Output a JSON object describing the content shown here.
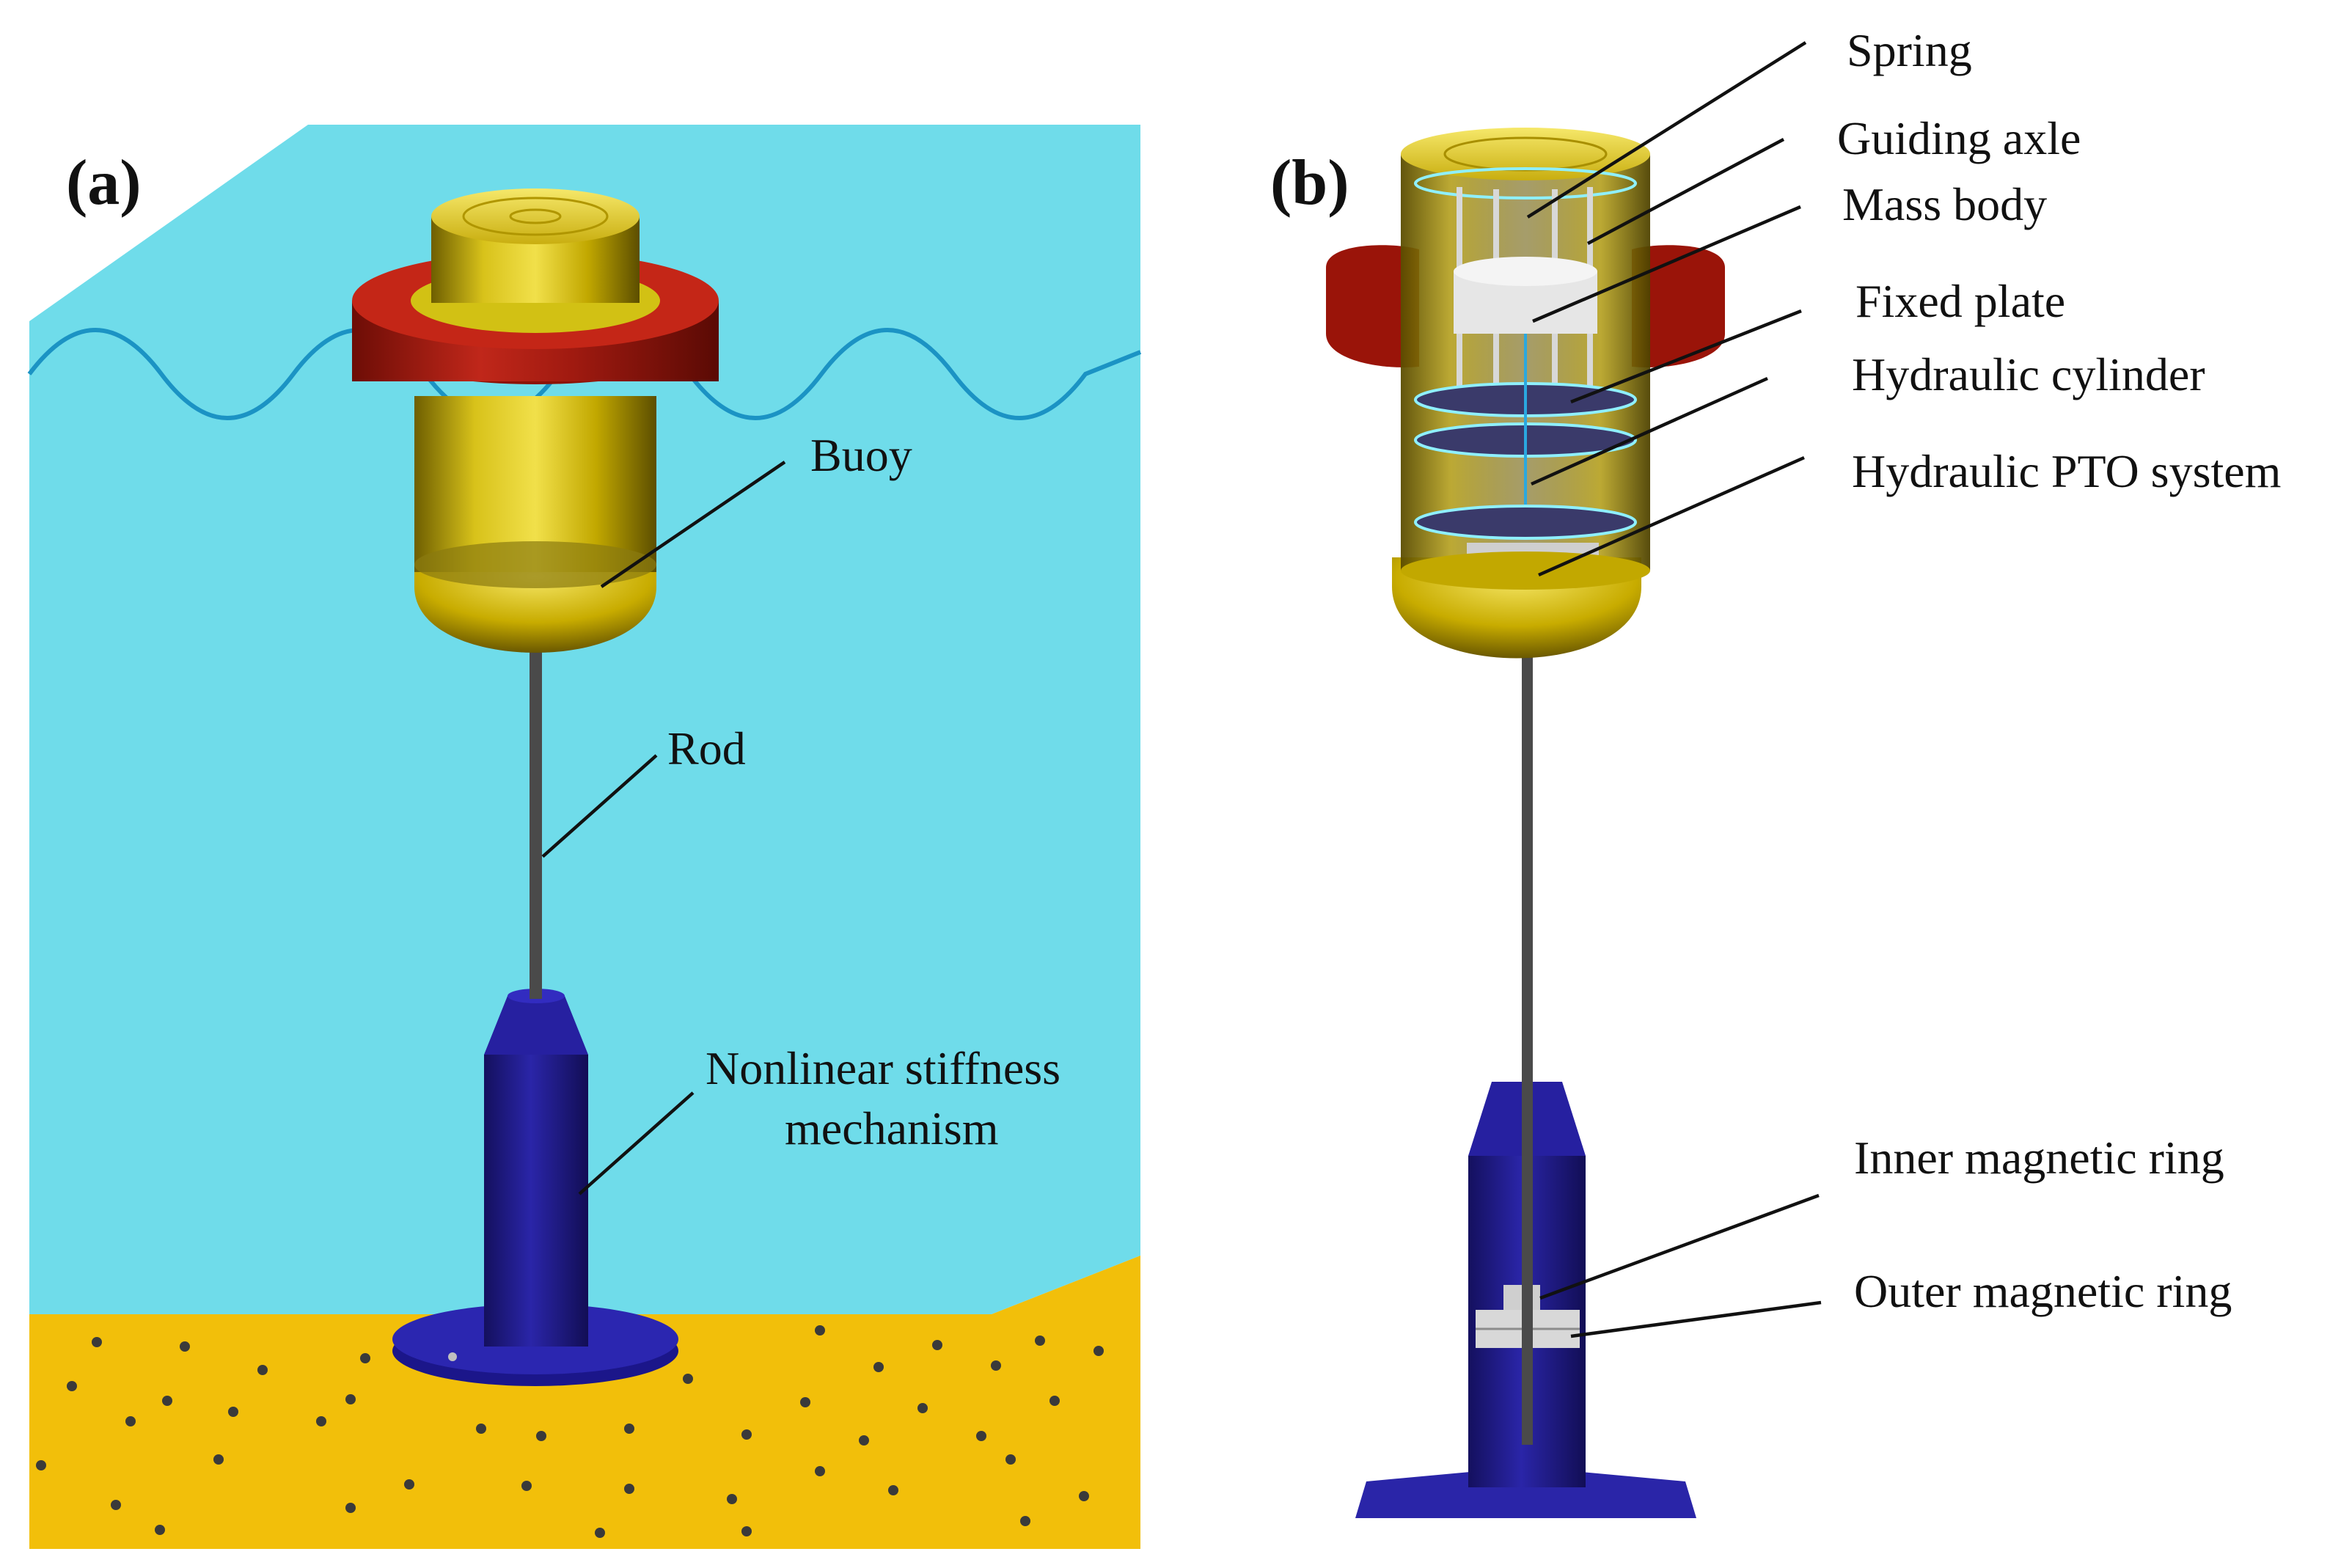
{
  "panels": [
    {
      "tag": "(a)",
      "labels": {
        "buoy": "Buoy",
        "rod": "Rod",
        "nonlinear_line1": "Nonlinear stiffness",
        "nonlinear_line2": "mechanism"
      }
    },
    {
      "tag": "(b)",
      "labels": {
        "spring": "Spring",
        "guiding_axle": "Guiding axle",
        "mass_body": "Mass body",
        "fixed_plate": "Fixed plate",
        "hydraulic_cylinder": "Hydraulic cylinder",
        "hydraulic_pto": "Hydraulic PTO system",
        "inner_ring": "Inner magnetic ring",
        "outer_ring": "Outer magnetic ring"
      }
    }
  ],
  "colors": {
    "water": "#6fdcea",
    "seabed": "#f2bf0a",
    "buoy_gold": "#c9b000",
    "flotation_red": "#b11e12",
    "mechanism_blue": "#1f1a8c",
    "rod_gray": "#4a4a4a",
    "wave_line": "#1b93c4"
  }
}
